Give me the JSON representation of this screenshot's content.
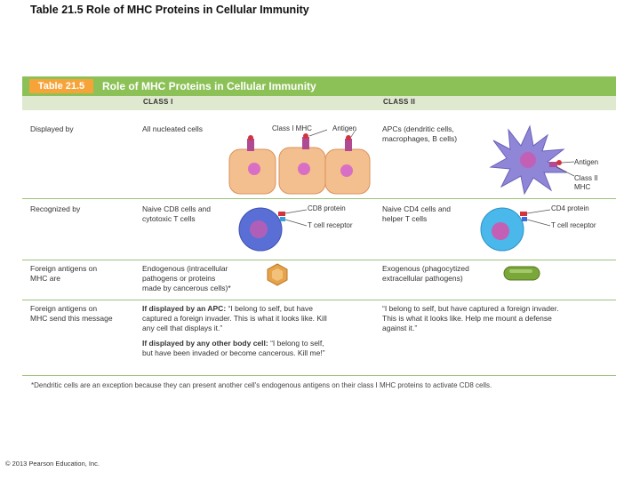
{
  "slide": {
    "title": "Table 21.5 Role of MHC Proteins in Cellular Immunity",
    "copyright": "© 2013 Pearson Education, Inc."
  },
  "table": {
    "tag": "Table 21.5",
    "title": "Role of MHC Proteins in Cellular Immunity",
    "col_class1": "CLASS I",
    "col_class2": "CLASS II",
    "rows": [
      {
        "label_lines": [
          "Displayed by"
        ],
        "class1_lines": [
          "All nucleated cells"
        ],
        "class2_lines": [
          "APCs (dendritic cells,",
          "macrophages, B cells)"
        ]
      },
      {
        "label_lines": [
          "Recognized by"
        ],
        "class1_lines": [
          "Naive CD8 cells and",
          "cytotoxic T cells"
        ],
        "class2_lines": [
          "Naive CD4 cells and",
          "helper T cells"
        ]
      },
      {
        "label_lines": [
          "Foreign antigens on",
          "MHC are"
        ],
        "class1_lines": [
          "Endogenous (intracellular",
          "pathogens or proteins",
          "made by cancerous cells)*"
        ],
        "class2_lines": [
          "Exogenous (phagocytized",
          "extracellular pathogens)"
        ]
      },
      {
        "label_lines": [
          "Foreign antigens on",
          "MHC send this message"
        ],
        "class1_apc_prefix": "If displayed by an APC:",
        "class1_apc_lines": [
          " “I belong to self, but have",
          "captured a foreign invader. This is what it looks like. Kill",
          "any cell that displays it.”"
        ],
        "class1_other_prefix": "If displayed by any other body cell:",
        "class1_other_lines": [
          " “I belong to self,",
          "but have been invaded or become cancerous. Kill me!”"
        ],
        "class2_lines": [
          "“I belong to self, but have captured a foreign invader.",
          "This is what it looks like. Help me mount a defense",
          "against it.”"
        ]
      }
    ],
    "figure_labels": {
      "class1_mhc": "Class I MHC",
      "antigen_top": "Antigen",
      "antigen_apc": "Antigen",
      "class2_mhc_lines": [
        "Class II",
        "MHC"
      ],
      "cd8_protein": "CD8 protein",
      "t_cell_receptor_1": "T cell receptor",
      "cd4_protein": "CD4 protein",
      "t_cell_receptor_2": "T cell receptor"
    },
    "footnote": "*Dendritic cells are an exception because they can present another cell's endogenous antigens on their class I MHC proteins to activate CD8 cells."
  },
  "colors": {
    "banner": "#8cc157",
    "tag": "#f6a43a",
    "header_band": "#dfe9cf",
    "nucleated_cell": "#f4bf8e",
    "nucleus": "#d96fc4",
    "dendritic_cell": "#8f86d8",
    "cd8_t_cell": "#5a6fd6",
    "cd4_t_cell": "#4ab8ea",
    "bacterium": "#7aa63a",
    "virus": "#e7a34a"
  }
}
